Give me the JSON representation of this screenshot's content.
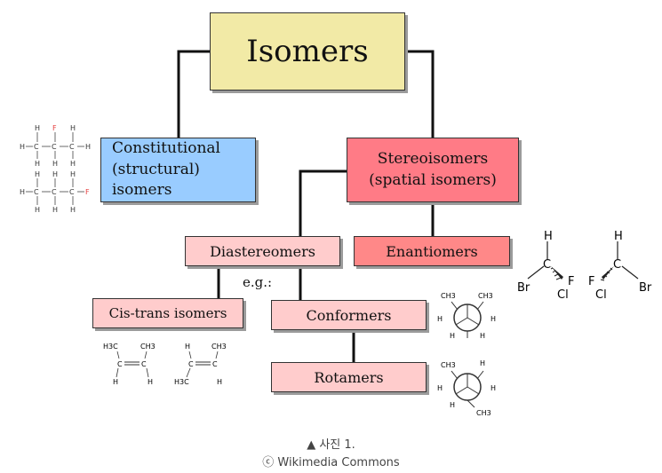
{
  "diagram": {
    "isomers": "Isomers",
    "constitutional": "Constitutional (structural) isomers",
    "stereoisomers": "Stereoisomers (spatial isomers)",
    "diastereomers": "Diastereomers",
    "enantiomers": "Enantiomers",
    "eg": "e.g.:",
    "cis_trans": "Cis-trans isomers",
    "conformers": "Conformers",
    "rotamers": "Rotamers"
  },
  "molecules": {
    "h": "H",
    "f": "F",
    "c": "C",
    "br": "Br",
    "cl": "Cl",
    "ch3": "CH3",
    "h3c": "H3C"
  },
  "caption": {
    "line1": "▲ 사진 1.",
    "line2": "ⓒ Wikimedia Commons"
  },
  "colors": {
    "isomers": "#f2eaa6",
    "constitutional": "#99ccff",
    "stereo": "#ff7b86",
    "light_pink": "#ffcccc",
    "enantiomers": "#ff8888",
    "fluorine": "#e53b3b",
    "connector": "#111111"
  }
}
